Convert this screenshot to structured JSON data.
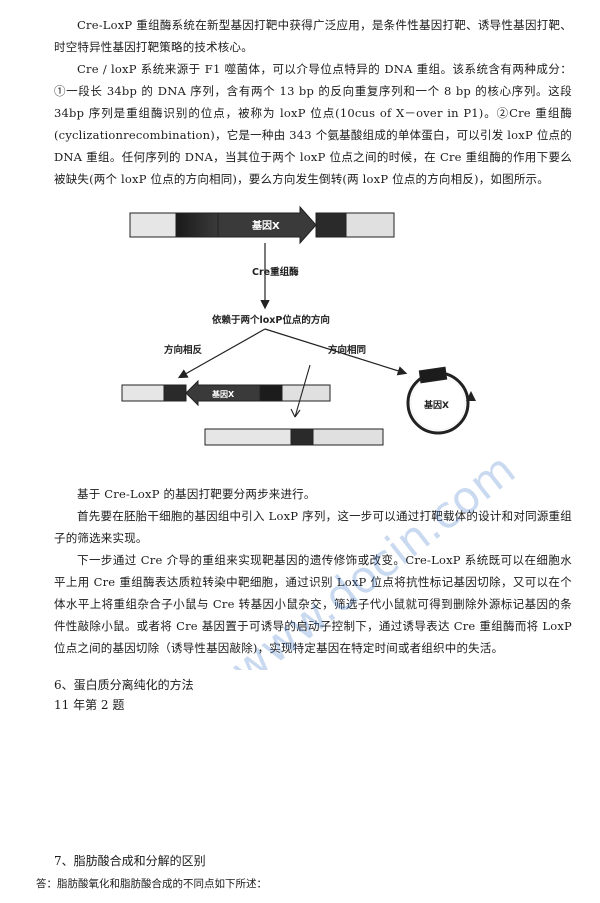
{
  "paragraphs": {
    "p1": "Cre-LoxP 重组酶系统在新型基因打靶中获得广泛应用，是条件性基因打靶、诱导性基因打靶、时空特异性基因打靶策略的技术核心。",
    "p2": "Cre / loxP 系统来源于 F1 噬菌体，可以介导位点特异的 DNA 重组。该系统含有两种成分：①一段长 34bp 的 DNA 序列，含有两个 13 bp 的反向重复序列和一个 8 bp 的核心序列。这段 34bp 序列是重组酶识别的位点，被称为 loxP 位点(10cus of X－over in P1)。②Cre 重组酶(cyclizationrecombination)，它是一种由 343 个氨基酸组成的单体蛋白，可以引发 loxP 位点的 DNA 重组。任何序列的 DNA，当其位于两个 loxP 位点之间的时候，在 Cre 重组酶的作用下要么被缺失(两个 loxP 位点的方向相同)，要么方向发生倒转(两 loxP 位点的方向相反)，如图所示。",
    "p3": "基于 Cre-LoxP 的基因打靶要分两步来进行。",
    "p4": "首先要在胚胎干细胞的基因组中引入 LoxP 序列，这一步可以通过打靶载体的设计和对同源重组子的筛选来实现。",
    "p5": "下一步通过 Cre 介导的重组来实现靶基因的遗传修饰或改变。Cre-LoxP 系统既可以在细胞水平上用 Cre 重组酶表达质粒转染中靶细胞，通过识别 LoxP 位点将抗性标记基因切除，又可以在个体水平上将重组杂合子小鼠与 Cre 转基因小鼠杂交，筛选子代小鼠就可得到删除外源标记基因的条件性敲除小鼠。或者将 Cre 基因置于可诱导的启动子控制下，通过诱导表达 Cre 重组酶而将 LoxP 位点之间的基因切除（诱导性基因敲除)，实现特定基因在特定时间或者组织中的失活。"
  },
  "figure": {
    "gene_label_top": "基因X",
    "cre_label": "Cre重组酶",
    "depends_label": "依赖于两个loxP位点的方向",
    "opposite_label": "方向相反",
    "same_label": "方向相同",
    "inverted_label": "基因X",
    "circle_label": "基因X"
  },
  "section6": {
    "heading": "6、蛋白质分离纯化的方法",
    "sub": "11 年第 2 题"
  },
  "section7": {
    "heading": "7、脂肪酸合成和分解的区别",
    "answer": "答：脂肪酸氧化和脂肪酸合成的不同点如下所述："
  },
  "watermark": {
    "text": "www.docin.com"
  },
  "colors": {
    "text": "#1c1c1c",
    "dark_block": "#2a2a2a",
    "light_block": "#d8d8d8",
    "watermark": "#3c78c8"
  }
}
